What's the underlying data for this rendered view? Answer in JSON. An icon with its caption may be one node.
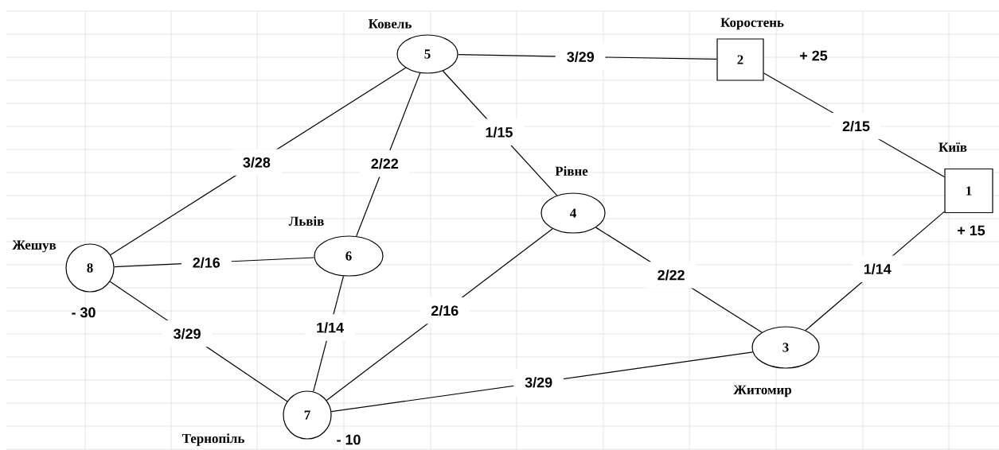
{
  "diagram": {
    "nodes": [
      {
        "text": [
          "5"
        ],
        "beside": [
          "Ковель"
        ]
      },
      {
        "text": [
          "2"
        ],
        "beside": [
          "Коростень",
          "+ 25"
        ]
      },
      {
        "text": [
          "1"
        ],
        "beside": [
          "Київ",
          "+ 15"
        ]
      },
      {
        "text": [
          "4"
        ],
        "beside": [
          "Рівне"
        ]
      },
      {
        "text": [
          "6"
        ],
        "beside": [
          "Львів"
        ]
      },
      {
        "text": [
          "8"
        ],
        "beside": [
          "Жешув",
          "- 30"
        ]
      },
      {
        "text": [
          "3"
        ],
        "beside": [
          "Житомир"
        ]
      },
      {
        "text": [
          "7"
        ],
        "beside": [
          "Тернопіль",
          "- 10"
        ]
      }
    ],
    "edges": [
      {
        "from": 0,
        "to": 1,
        "arrow": "none",
        "label": "3/29"
      },
      {
        "from": 0,
        "to": 5,
        "arrow": "none",
        "label": "3/28"
      },
      {
        "from": 0,
        "to": 4,
        "arrow": "none",
        "label": "2/22"
      },
      {
        "from": 0,
        "to": 3,
        "arrow": "none",
        "label": "1/15"
      },
      {
        "from": 1,
        "to": 2,
        "arrow": "none",
        "label": "2/15"
      },
      {
        "from": 5,
        "to": 4,
        "arrow": "none",
        "label": "2/16"
      },
      {
        "from": 5,
        "to": 7,
        "arrow": "none",
        "label": "3/29"
      },
      {
        "from": 4,
        "to": 7,
        "arrow": "none",
        "label": "1/14"
      },
      {
        "from": 3,
        "to": 7,
        "arrow": "none",
        "label": "2/16"
      },
      {
        "from": 3,
        "to": 6,
        "arrow": "none",
        "label": "2/22"
      },
      {
        "from": 6,
        "to": 7,
        "arrow": "none",
        "label": "3/29"
      },
      {
        "from": 6,
        "to": 2,
        "arrow": "none",
        "label": "1/14"
      }
    ]
  }
}
